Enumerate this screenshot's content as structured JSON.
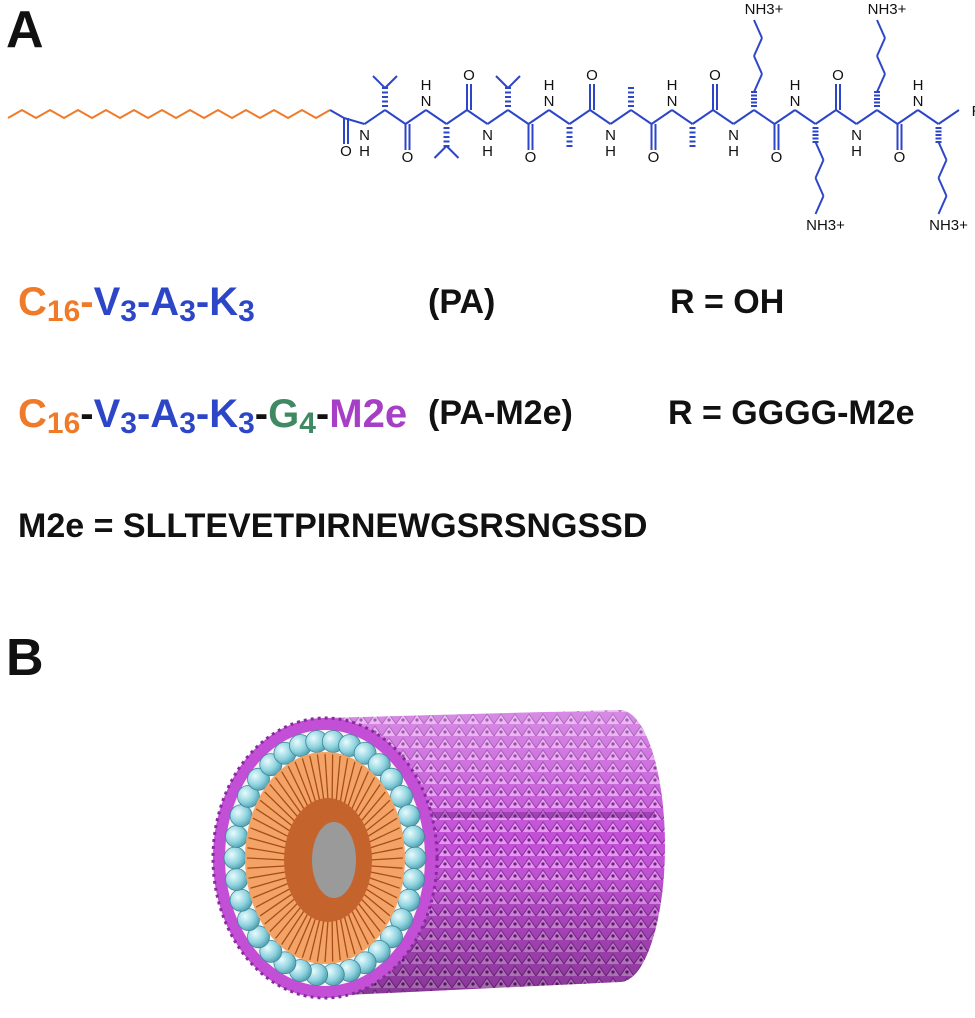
{
  "panels": {
    "a": "A",
    "b": "B"
  },
  "structure": {
    "nh_label": "N",
    "h_label": "H",
    "o_label": "O",
    "amine": "NH3+",
    "r_label": "R"
  },
  "formula1": {
    "c": "C",
    "c_sub": "16",
    "dash1": "-",
    "v": "V",
    "v_sub": "3",
    "dash2": "-",
    "a": "A",
    "a_sub": "3",
    "dash3": "-",
    "k": "K",
    "k_sub": "3",
    "abbr": "(PA)",
    "r_eq": "R = OH"
  },
  "formula2": {
    "c": "C",
    "c_sub": "16",
    "dash1": "-",
    "v": "V",
    "v_sub": "3",
    "dash2": "-",
    "a": "A",
    "a_sub": "3",
    "dash3": "-",
    "k": "K",
    "k_sub": "3",
    "dash4": "-",
    "g": "G",
    "g_sub": "4",
    "dash5": "-",
    "m2e": "M2e",
    "abbr": "(PA-M2e)",
    "r_eq": "R = GGGG-M2e"
  },
  "m2e_sequence": "M2e = SLLTEVETPIRNEWGSRSNGSSD",
  "colors": {
    "alkyl": "#ef7a2a",
    "peptide": "#2d46c8",
    "glycine": "#3f8a62",
    "m2e": "#a63ec6",
    "shell_bead": "#8fd3df",
    "tube_surface": "#c24fd6"
  }
}
